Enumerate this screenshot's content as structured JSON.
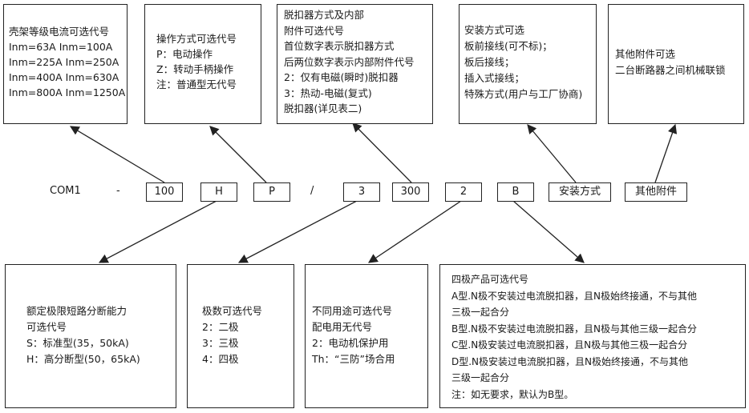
{
  "top_boxes": [
    {
      "id": "frame-rating",
      "lines": [
        "壳架等级电流可选代号",
        "Inm=63A  Inm=100A",
        "Inm=225A  Inm=250A",
        "Inm=400A  Inm=630A",
        "Inm=800A  Inm=1250A"
      ]
    },
    {
      "id": "operation-mode",
      "lines": [
        "操作方式可选代号",
        "P：电动操作",
        "Z：转动手柄操作",
        "注：普通型无代号"
      ]
    },
    {
      "id": "release-mode",
      "lines": [
        "脱扣器方式及内部",
        "附件可选代号",
        "首位数字表示脱扣器方式",
        "后两位数字表示内部附件代号",
        "2：仅有电磁(瞬时)脱扣器",
        "3：热动-电磁(复式)",
        "脱扣器(详见表二)"
      ]
    },
    {
      "id": "install-mode",
      "lines": [
        "安装方式可选",
        "板前接线(可不标)；",
        "板后接线；",
        "插入式接线；",
        "特殊方式(用户与工厂协商)"
      ]
    },
    {
      "id": "other-accessories",
      "lines": [
        "其他附件可选",
        "二台断路器之间机械联锁"
      ]
    }
  ],
  "code_row": {
    "prefix": "COM1",
    "dash": "-",
    "slash": "/",
    "codes": [
      "100",
      "H",
      "P",
      "3",
      "300",
      "2",
      "B",
      "安装方式",
      "其他附件"
    ]
  },
  "bottom_boxes": [
    {
      "id": "breaking-capacity",
      "lines": [
        "额定极限短路分断能力",
        "可选代号",
        "S：标准型(35，50kA)",
        "H：高分断型(50，65kA)"
      ]
    },
    {
      "id": "poles",
      "lines": [
        "极数可选代号",
        "2：二极",
        "3：三极",
        "4：四极"
      ]
    },
    {
      "id": "usage",
      "lines": [
        "不同用途可选代号",
        "配电用无代号",
        "2：电动机保护用",
        "Th：“三防”场合用"
      ]
    },
    {
      "id": "four-pole",
      "lines": [
        "四极产品可选代号",
        "A型.N极不安装过电流脱扣器，且N极始终接通，不与其他",
        "三极一起合分",
        "B型.N极不安装过电流脱扣器，且N极与其他三级一起合分",
        "C型.N极安装过电流脱扣器，且N极与其他三极一起合分",
        "D型.N极安装过电流脱扣器，且N极始终接通，不与其他",
        "三级一起合分",
        "注：如无要求，默认为B型。"
      ]
    }
  ]
}
